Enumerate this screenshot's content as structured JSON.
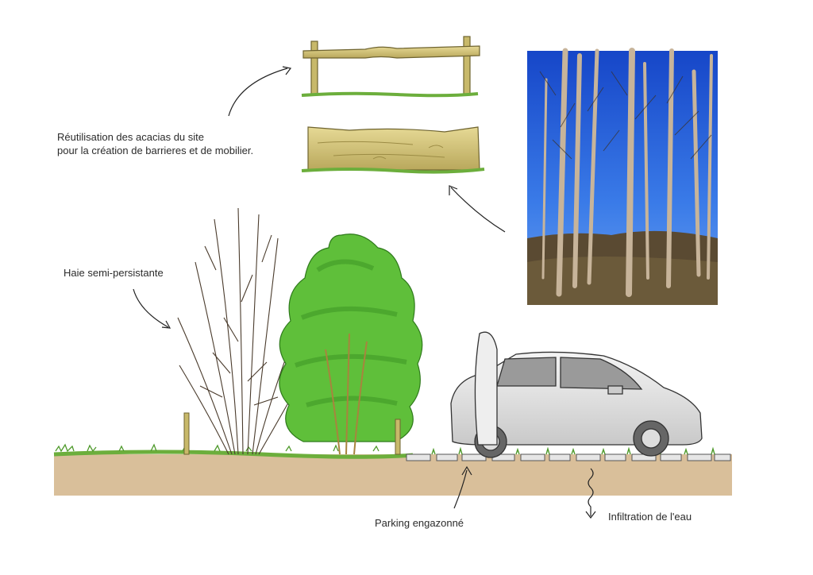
{
  "annotations": {
    "acacia_reuse": {
      "line1": "Réutilisation des acacias du site",
      "line2": "pour la création de barrieres et de mobilier."
    },
    "hedge": "Haie semi-persistante",
    "parking": "Parking engazonné",
    "infiltration": "Infiltration de l'eau"
  },
  "colors": {
    "soil": "#d9bf9a",
    "grass": "#6cae3c",
    "foliage": "#5fbf3a",
    "wood": "#cfc07a",
    "sky": "#1e5fd6"
  }
}
